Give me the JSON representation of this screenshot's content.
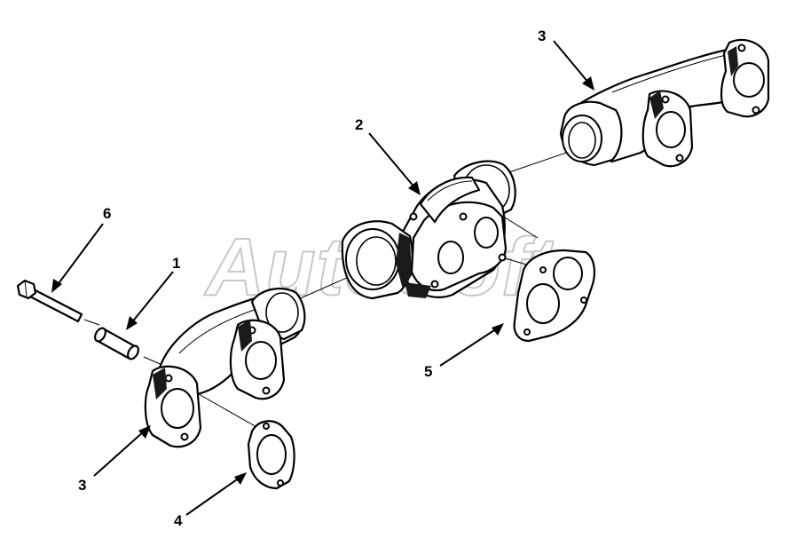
{
  "watermark": "AutoSoft",
  "callouts": [
    {
      "id": "1",
      "label": "1"
    },
    {
      "id": "2",
      "label": "2"
    },
    {
      "id": "3-upper",
      "label": "3"
    },
    {
      "id": "3-lower",
      "label": "3"
    },
    {
      "id": "4",
      "label": "4"
    },
    {
      "id": "5",
      "label": "5"
    },
    {
      "id": "6",
      "label": "6"
    }
  ]
}
